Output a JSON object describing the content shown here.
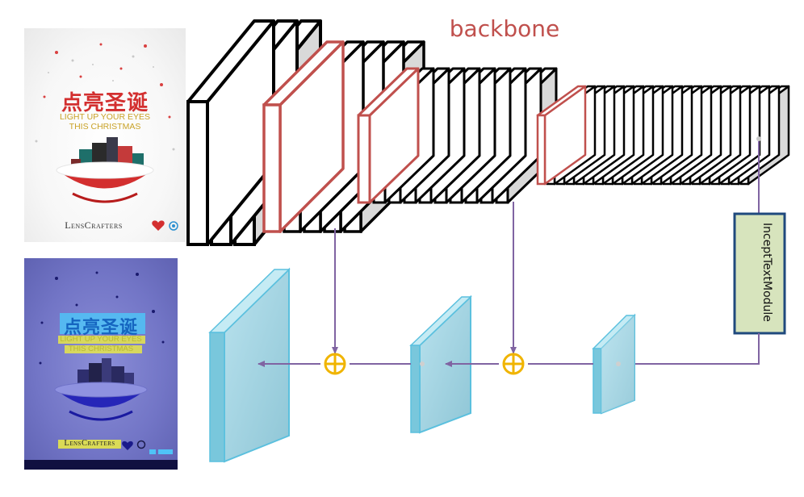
{
  "diagram": {
    "backbone_label": "backbone",
    "module_label": "InceptTextModule"
  },
  "poster_original": {
    "title_zh": "点亮圣诞",
    "line1": "LIGHT UP YOUR EYES",
    "line2": "THIS CHRISTMAS",
    "brand": "LensCrafters"
  },
  "poster_detected": {
    "title_zh": "点亮圣诞",
    "line1": "LIGHT UP YOUR EYES",
    "line2": "THIS CHRISTMAS",
    "brand": "LensCrafters"
  },
  "colors": {
    "backbone_text": "#c0504d",
    "transition_outline": "#c0504d",
    "arrow": "#8064a2",
    "add_circle": "#f0b400",
    "feature_map_fill": "#a9d8e6",
    "feature_map_edge": "#5bc0de",
    "module_fill": "#d7e4bd",
    "module_border": "#1f497d"
  }
}
